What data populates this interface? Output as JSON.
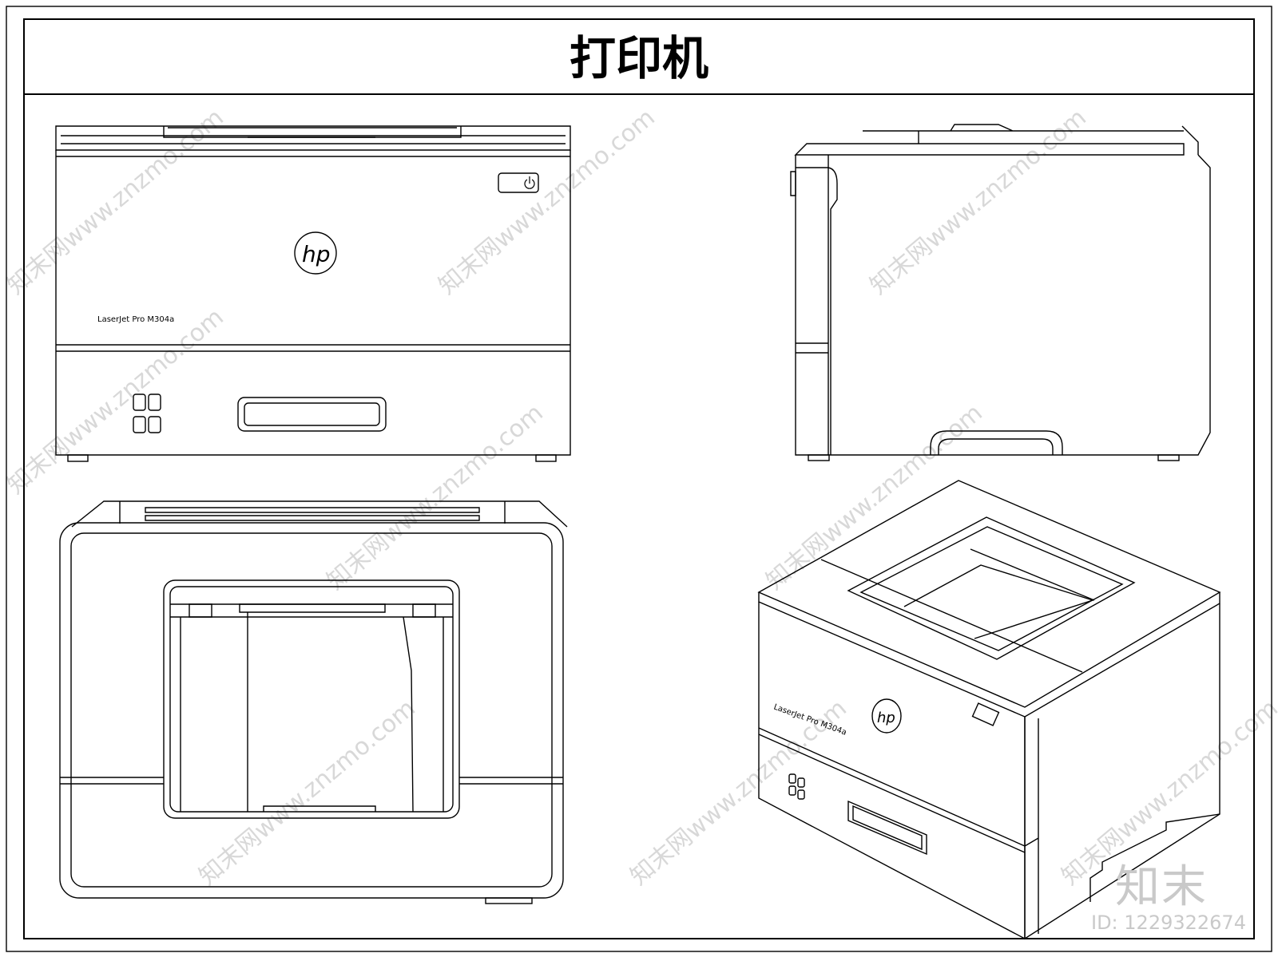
{
  "title": "打印机",
  "brand_text": "知末",
  "image_id": "ID: 1229322674",
  "logo_text": "hp",
  "front_view": {
    "model_label": "LaserJet Pro M304a"
  },
  "iso_view": {
    "model_label": "LaserJet Pro M304a"
  },
  "icons": {
    "power": "power-icon",
    "logo": "hp-logo-icon",
    "panel": "control-panel-icon"
  },
  "colors": {
    "line": "#000000",
    "paper": "#ffffff",
    "watermark": "#d8d8d8"
  }
}
